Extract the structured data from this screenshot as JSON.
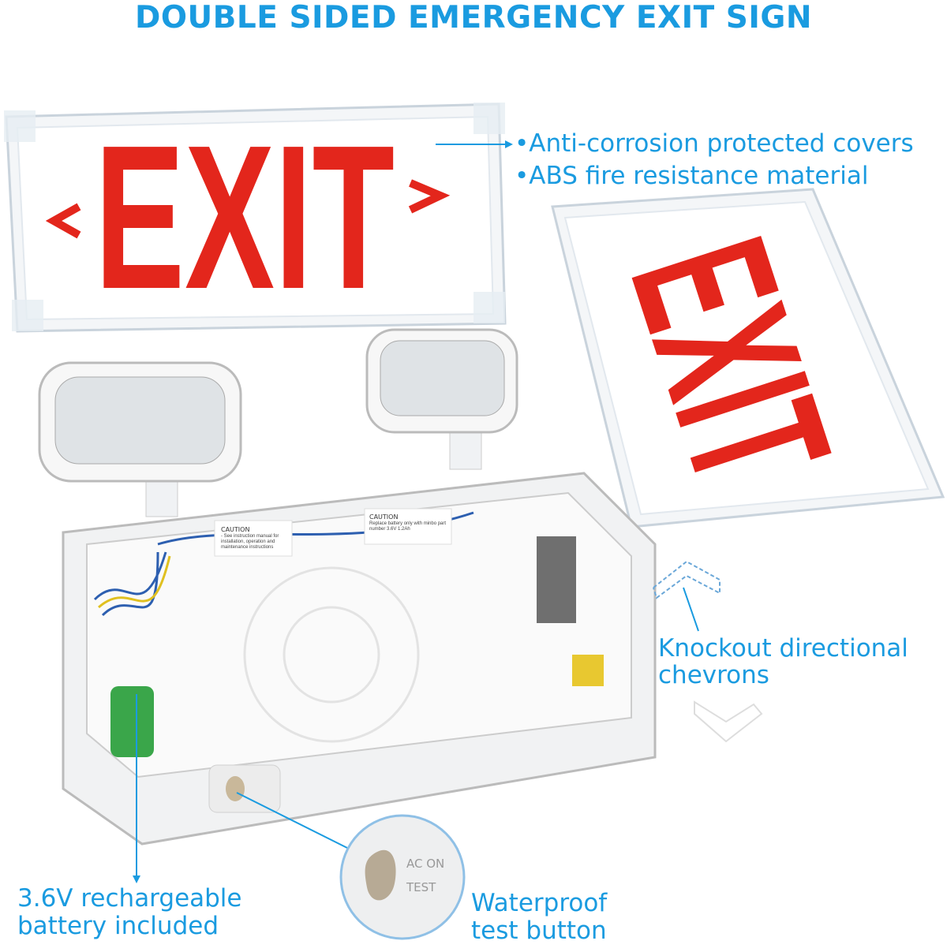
{
  "title": "DOUBLE SIDED EMERGENCY EXIT SIGN",
  "sign": {
    "front_text": "EXIT",
    "back_text": "EXIT",
    "left_arrow": "<",
    "right_arrow": ">",
    "sign_color": "#e3261c"
  },
  "callouts": {
    "covers": [
      "•Anti-corrosion protected covers",
      "•ABS fire resistance material"
    ],
    "chevrons": [
      "Knockout directional",
      "chevrons"
    ],
    "battery": [
      "3.6V rechargeable",
      "battery included"
    ],
    "button": [
      "Waterproof",
      "test button"
    ]
  },
  "labels": {
    "caution_left": "CAUTION",
    "caution_left_sub": "- See instruction manual for installation, operation and maintenance instructions",
    "caution_right": "CAUTION",
    "caution_right_sub": "Replace battery only with minbo part number 3.6V 1.2Ah",
    "test_button_top": "AC ON",
    "test_button_bottom": "TEST"
  },
  "colors": {
    "accent": "#1a9be0",
    "exit_red": "#e3261c"
  }
}
